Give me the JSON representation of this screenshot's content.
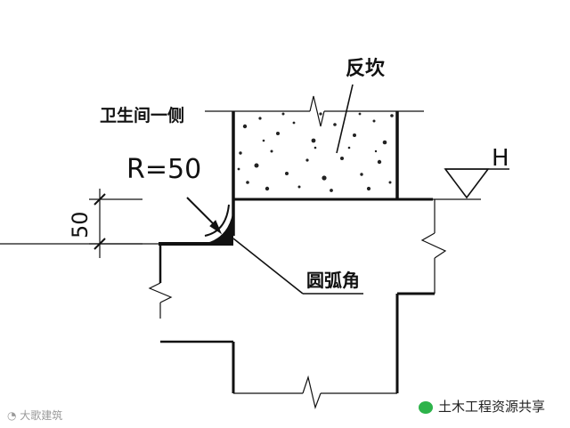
{
  "labels": {
    "curb": "反坎",
    "bathroom_side": "卫生间一侧",
    "radius": "R=50",
    "dimension": "50",
    "arc_corner": "圆弧角",
    "elevation": "H"
  },
  "footer": {
    "watermark_left": "大歌建筑",
    "brand_right": "土木工程资源共享"
  },
  "colors": {
    "line": "#111111",
    "wechat_green": "#2db34a"
  }
}
